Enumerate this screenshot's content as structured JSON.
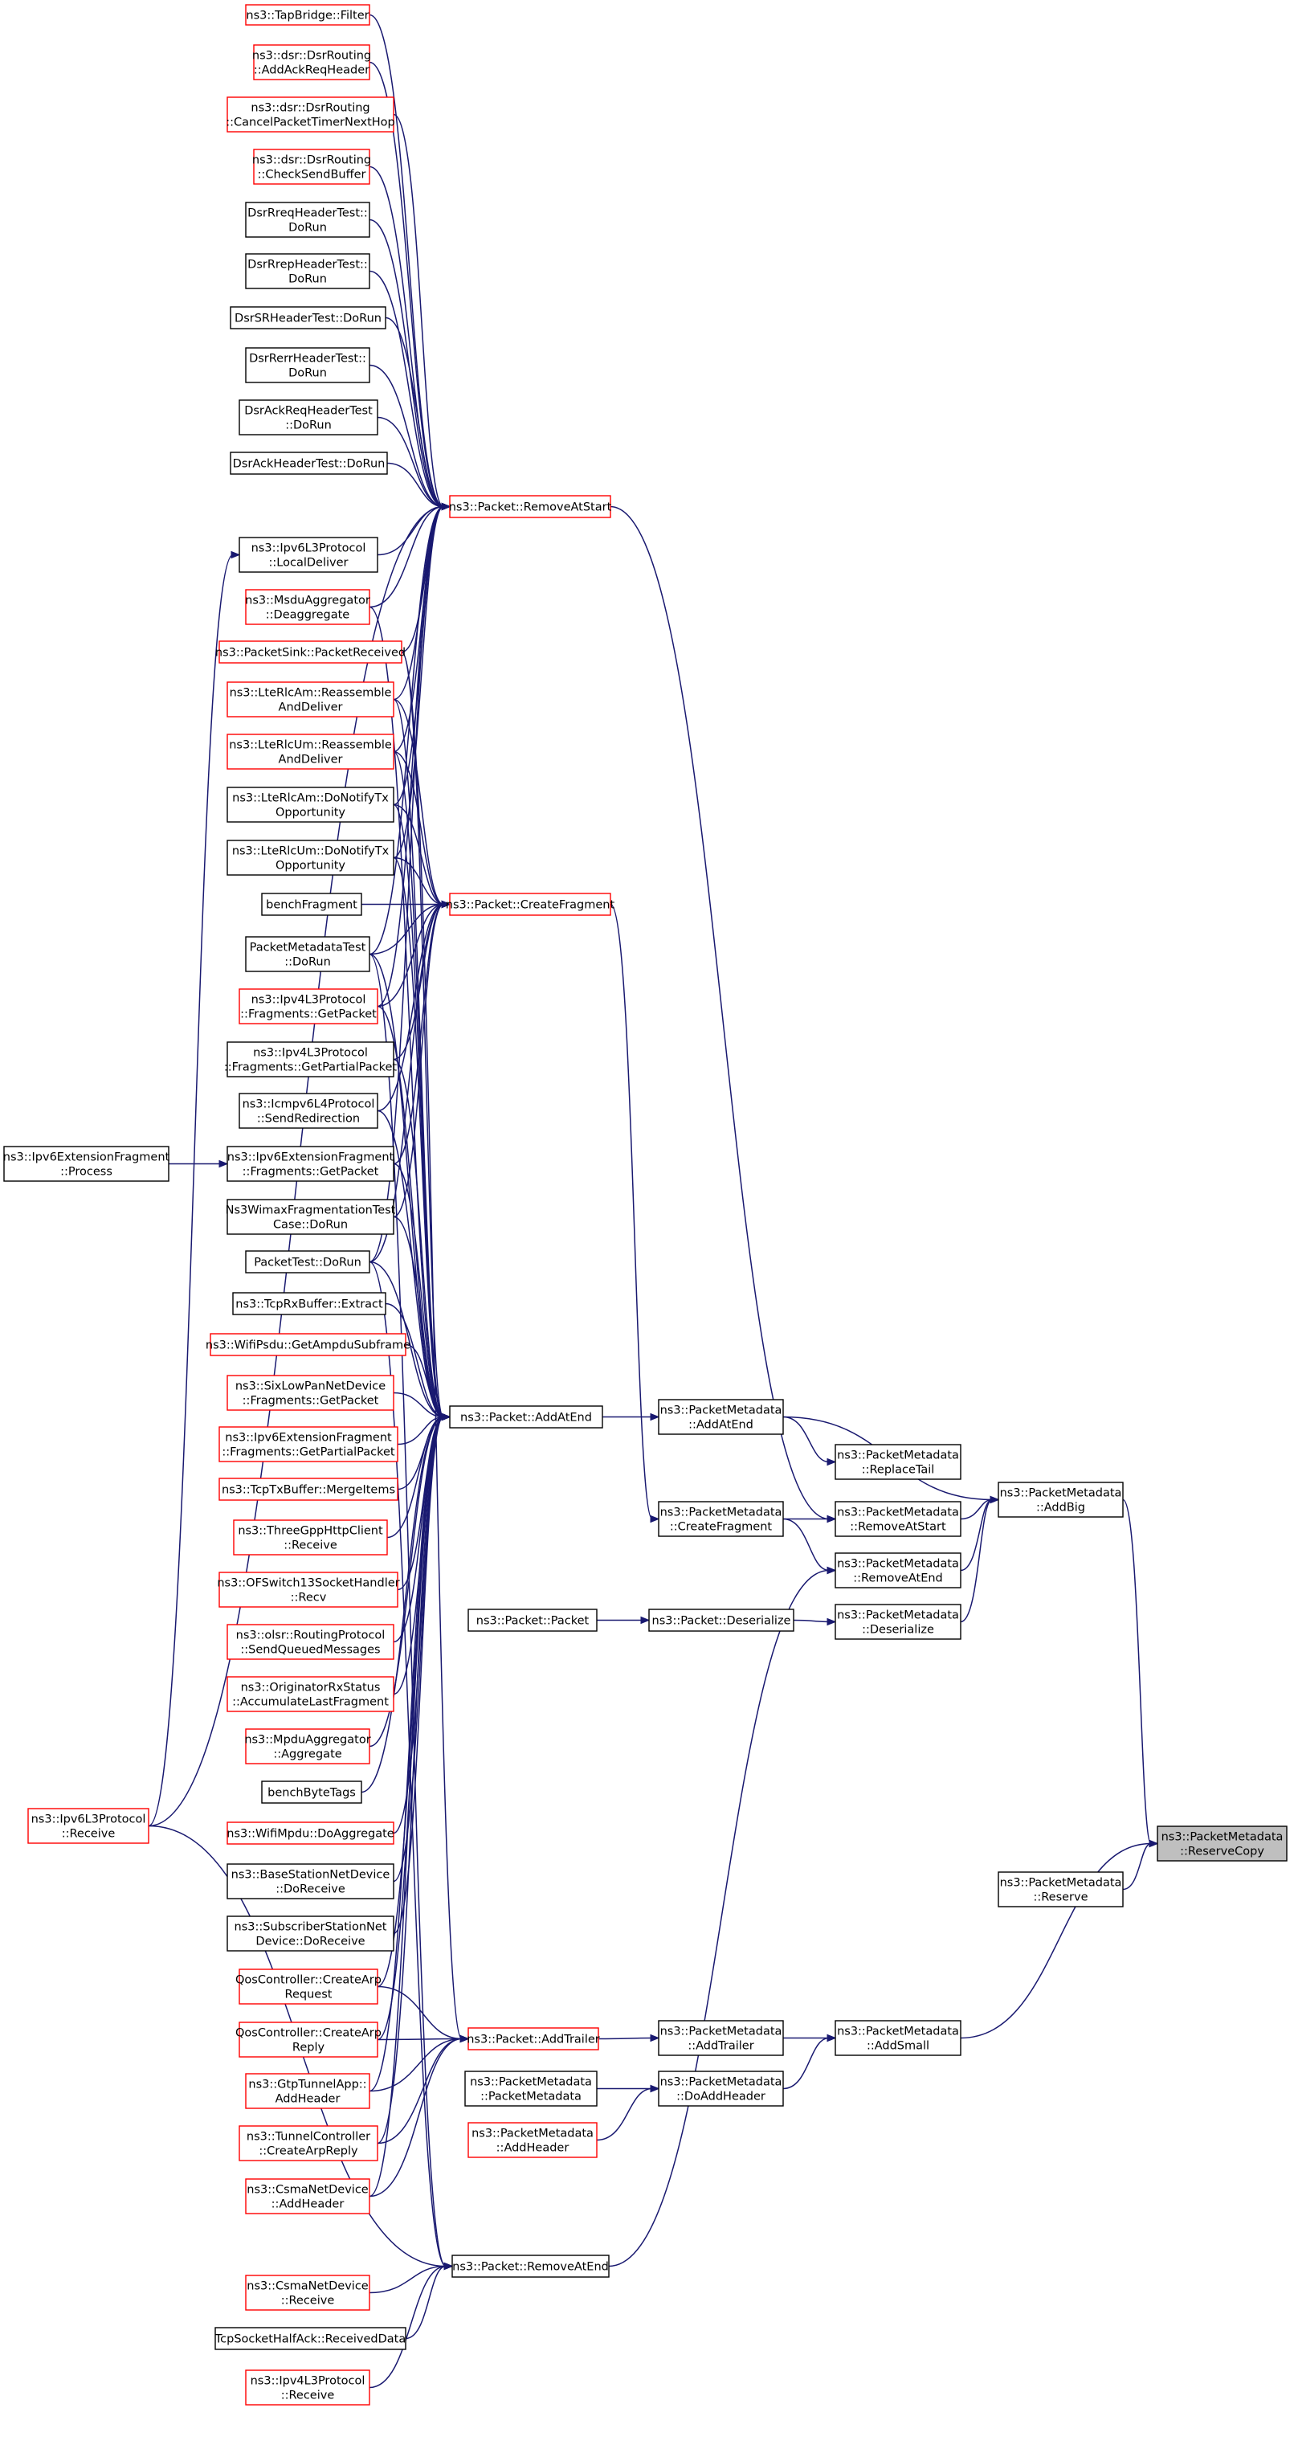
{
  "graph": {
    "title": "",
    "edge_color": "#191970",
    "node_border_colors": {
      "documented": "#ff0000",
      "plain": "#000000",
      "focus_fill": "#bfbfbf"
    },
    "nodes": [
      {
        "id": "tapbridge",
        "label": [
          "ns3::TapBridge::Filter"
        ],
        "style": "red"
      },
      {
        "id": "dsr_ack",
        "label": [
          "ns3::dsr::DsrRouting",
          "::AddAckReqHeader"
        ],
        "style": "red"
      },
      {
        "id": "dsr_cancel",
        "label": [
          "ns3::dsr::DsrRouting",
          "::CancelPacketTimerNextHop"
        ],
        "style": "red"
      },
      {
        "id": "dsr_check",
        "label": [
          "ns3::dsr::DsrRouting",
          "::CheckSendBuffer"
        ],
        "style": "red"
      },
      {
        "id": "dsrrreq",
        "label": [
          "DsrRreqHeaderTest::",
          "DoRun"
        ],
        "style": "black"
      },
      {
        "id": "dsrrrep",
        "label": [
          "DsrRrepHeaderTest::",
          "DoRun"
        ],
        "style": "black"
      },
      {
        "id": "dsrsr",
        "label": [
          "DsrSRHeaderTest::DoRun"
        ],
        "style": "black"
      },
      {
        "id": "dsrrerr",
        "label": [
          "DsrRerrHeaderTest::",
          "DoRun"
        ],
        "style": "black"
      },
      {
        "id": "dsrackreq",
        "label": [
          "DsrAckReqHeaderTest",
          "::DoRun"
        ],
        "style": "black"
      },
      {
        "id": "dsrackh",
        "label": [
          "DsrAckHeaderTest::DoRun"
        ],
        "style": "black"
      },
      {
        "id": "removeatstart",
        "label": [
          "ns3::Packet::RemoveAtStart"
        ],
        "style": "red"
      },
      {
        "id": "ipv6l3_local",
        "label": [
          "ns3::Ipv6L3Protocol",
          "::LocalDeliver"
        ],
        "style": "black"
      },
      {
        "id": "msdu",
        "label": [
          "ns3::MsduAggregator",
          "::Deaggregate"
        ],
        "style": "red"
      },
      {
        "id": "packetsink",
        "label": [
          "ns3::PacketSink::PacketReceived"
        ],
        "style": "red"
      },
      {
        "id": "rlcam_reas",
        "label": [
          "ns3::LteRlcAm::Reassemble",
          "AndDeliver"
        ],
        "style": "red"
      },
      {
        "id": "rlcum_reas",
        "label": [
          "ns3::LteRlcUm::Reassemble",
          "AndDeliver"
        ],
        "style": "red"
      },
      {
        "id": "rlcam_tx",
        "label": [
          "ns3::LteRlcAm::DoNotifyTx",
          "Opportunity"
        ],
        "style": "black"
      },
      {
        "id": "rlcum_tx",
        "label": [
          "ns3::LteRlcUm::DoNotifyTx",
          "Opportunity"
        ],
        "style": "black"
      },
      {
        "id": "benchfrag",
        "label": [
          "benchFragment"
        ],
        "style": "black"
      },
      {
        "id": "createfragment",
        "label": [
          "ns3::Packet::CreateFragment"
        ],
        "style": "red"
      },
      {
        "id": "pmtest",
        "label": [
          "PacketMetadataTest",
          "::DoRun"
        ],
        "style": "black"
      },
      {
        "id": "ipv4frag_get",
        "label": [
          "ns3::Ipv4L3Protocol",
          "::Fragments::GetPacket"
        ],
        "style": "red"
      },
      {
        "id": "ipv4frag_partial",
        "label": [
          "ns3::Ipv4L3Protocol",
          "::Fragments::GetPartialPacket"
        ],
        "style": "black"
      },
      {
        "id": "icmpv6",
        "label": [
          "ns3::Icmpv6L4Protocol",
          "::SendRedirection"
        ],
        "style": "black"
      },
      {
        "id": "ipv6extfrag_proc",
        "label": [
          "ns3::Ipv6ExtensionFragment",
          "::Process"
        ],
        "style": "black"
      },
      {
        "id": "ipv6extfrag_get",
        "label": [
          "ns3::Ipv6ExtensionFragment",
          "::Fragments::GetPacket"
        ],
        "style": "black"
      },
      {
        "id": "wimax",
        "label": [
          "Ns3WimaxFragmentationTest",
          "Case::DoRun"
        ],
        "style": "black"
      },
      {
        "id": "packettest",
        "label": [
          "PacketTest::DoRun"
        ],
        "style": "black"
      },
      {
        "id": "tcprx",
        "label": [
          "ns3::TcpRxBuffer::Extract"
        ],
        "style": "black"
      },
      {
        "id": "wifipsdu",
        "label": [
          "ns3::WifiPsdu::GetAmpduSubframe"
        ],
        "style": "red"
      },
      {
        "id": "sixlowpan",
        "label": [
          "ns3::SixLowPanNetDevice",
          "::Fragments::GetPacket"
        ],
        "style": "red"
      },
      {
        "id": "ipv6extfrag_partial",
        "label": [
          "ns3::Ipv6ExtensionFragment",
          "::Fragments::GetPartialPacket"
        ],
        "style": "red"
      },
      {
        "id": "tcptx",
        "label": [
          "ns3::TcpTxBuffer::MergeItems"
        ],
        "style": "red"
      },
      {
        "id": "threegpp",
        "label": [
          "ns3::ThreeGppHttpClient",
          "::Receive"
        ],
        "style": "red"
      },
      {
        "id": "ofswitch",
        "label": [
          "ns3::OFSwitch13SocketHandler",
          "::Recv"
        ],
        "style": "red"
      },
      {
        "id": "olsr",
        "label": [
          "ns3::olsr::RoutingProtocol",
          "::SendQueuedMessages"
        ],
        "style": "red"
      },
      {
        "id": "originator",
        "label": [
          "ns3::OriginatorRxStatus",
          "::AccumulateLastFragment"
        ],
        "style": "red"
      },
      {
        "id": "mpdu",
        "label": [
          "ns3::MpduAggregator",
          "::Aggregate"
        ],
        "style": "red"
      },
      {
        "id": "benchbyte",
        "label": [
          "benchByteTags"
        ],
        "style": "black"
      },
      {
        "id": "wifimpdu",
        "label": [
          "ns3::WifiMpdu::DoAggregate"
        ],
        "style": "red"
      },
      {
        "id": "bsnet",
        "label": [
          "ns3::BaseStationNetDevice",
          "::DoReceive"
        ],
        "style": "black"
      },
      {
        "id": "ssnet",
        "label": [
          "ns3::SubscriberStationNet",
          "Device::DoReceive"
        ],
        "style": "black"
      },
      {
        "id": "qos_req",
        "label": [
          "QosController::CreateArp",
          "Request"
        ],
        "style": "red"
      },
      {
        "id": "qos_rep",
        "label": [
          "QosController::CreateArp",
          "Reply"
        ],
        "style": "red"
      },
      {
        "id": "gtptunnel",
        "label": [
          "ns3::GtpTunnelApp::",
          "AddHeader"
        ],
        "style": "red"
      },
      {
        "id": "tunnelctl",
        "label": [
          "ns3::TunnelController",
          "::CreateArpReply"
        ],
        "style": "red"
      },
      {
        "id": "csma_add",
        "label": [
          "ns3::CsmaNetDevice",
          "::AddHeader"
        ],
        "style": "red"
      },
      {
        "id": "csma_recv",
        "label": [
          "ns3::CsmaNetDevice",
          "::Receive"
        ],
        "style": "red"
      },
      {
        "id": "tcphalf",
        "label": [
          "TcpSocketHalfAck::ReceivedData"
        ],
        "style": "black"
      },
      {
        "id": "ipv4l3_recv",
        "label": [
          "ns3::Ipv4L3Protocol",
          "::Receive"
        ],
        "style": "red"
      },
      {
        "id": "ipv6l3_recv",
        "label": [
          "ns3::Ipv6L3Protocol",
          "::Receive"
        ],
        "style": "red"
      },
      {
        "id": "addatend",
        "label": [
          "ns3::Packet::AddAtEnd"
        ],
        "style": "black"
      },
      {
        "id": "addtrailer",
        "label": [
          "ns3::Packet::AddTrailer"
        ],
        "style": "red"
      },
      {
        "id": "removeatend",
        "label": [
          "ns3::Packet::RemoveAtEnd"
        ],
        "style": "black"
      },
      {
        "id": "pkt_ctor",
        "label": [
          "ns3::Packet::Packet"
        ],
        "style": "black"
      },
      {
        "id": "pkt_deser",
        "label": [
          "ns3::Packet::Deserialize"
        ],
        "style": "black"
      },
      {
        "id": "pm_ctor",
        "label": [
          "ns3::PacketMetadata",
          "::PacketMetadata"
        ],
        "style": "black"
      },
      {
        "id": "pm_addheader",
        "label": [
          "ns3::PacketMetadata",
          "::AddHeader"
        ],
        "style": "red"
      },
      {
        "id": "pm_addatend",
        "label": [
          "ns3::PacketMetadata",
          "::AddAtEnd"
        ],
        "style": "black"
      },
      {
        "id": "pm_createfrag",
        "label": [
          "ns3::PacketMetadata",
          "::CreateFragment"
        ],
        "style": "black"
      },
      {
        "id": "pm_addtrailer",
        "label": [
          "ns3::PacketMetadata",
          "::AddTrailer"
        ],
        "style": "black"
      },
      {
        "id": "pm_doaddheader",
        "label": [
          "ns3::PacketMetadata",
          "::DoAddHeader"
        ],
        "style": "black"
      },
      {
        "id": "pm_replacetail",
        "label": [
          "ns3::PacketMetadata",
          "::ReplaceTail"
        ],
        "style": "black"
      },
      {
        "id": "pm_removeatstart",
        "label": [
          "ns3::PacketMetadata",
          "::RemoveAtStart"
        ],
        "style": "black"
      },
      {
        "id": "pm_removeatend",
        "label": [
          "ns3::PacketMetadata",
          "::RemoveAtEnd"
        ],
        "style": "black"
      },
      {
        "id": "pm_deser",
        "label": [
          "ns3::PacketMetadata",
          "::Deserialize"
        ],
        "style": "black"
      },
      {
        "id": "pm_addsmall",
        "label": [
          "ns3::PacketMetadata",
          "::AddSmall"
        ],
        "style": "black"
      },
      {
        "id": "pm_addbig",
        "label": [
          "ns3::PacketMetadata",
          "::AddBig"
        ],
        "style": "black"
      },
      {
        "id": "pm_reserve",
        "label": [
          "ns3::PacketMetadata",
          "::Reserve"
        ],
        "style": "black"
      },
      {
        "id": "pm_reservecopy",
        "label": [
          "ns3::PacketMetadata",
          "::ReserveCopy"
        ],
        "style": "focus"
      }
    ],
    "edges": [
      [
        "tapbridge",
        "removeatstart"
      ],
      [
        "dsr_ack",
        "removeatstart"
      ],
      [
        "dsr_cancel",
        "removeatstart"
      ],
      [
        "dsr_check",
        "removeatstart"
      ],
      [
        "dsrrreq",
        "removeatstart"
      ],
      [
        "dsrrrep",
        "removeatstart"
      ],
      [
        "dsrsr",
        "removeatstart"
      ],
      [
        "dsrrerr",
        "removeatstart"
      ],
      [
        "dsrackreq",
        "removeatstart"
      ],
      [
        "dsrackh",
        "removeatstart"
      ],
      [
        "ipv6l3_recv",
        "removeatstart"
      ],
      [
        "ipv6l3_local",
        "removeatstart"
      ],
      [
        "msdu",
        "removeatstart"
      ],
      [
        "packetsink",
        "removeatstart"
      ],
      [
        "rlcam_reas",
        "removeatstart"
      ],
      [
        "rlcum_reas",
        "removeatstart"
      ],
      [
        "rlcam_tx",
        "removeatstart"
      ],
      [
        "rlcum_tx",
        "removeatstart"
      ],
      [
        "pmtest",
        "removeatstart"
      ],
      [
        "ipv4frag_get",
        "removeatstart"
      ],
      [
        "packettest",
        "removeatstart"
      ],
      [
        "ipv6l3_recv",
        "ipv6l3_local"
      ],
      [
        "ipv6extfrag_proc",
        "ipv6extfrag_get"
      ],
      [
        "rlcam_reas",
        "createfragment"
      ],
      [
        "rlcum_reas",
        "createfragment"
      ],
      [
        "rlcam_tx",
        "createfragment"
      ],
      [
        "rlcum_tx",
        "createfragment"
      ],
      [
        "benchfrag",
        "createfragment"
      ],
      [
        "pmtest",
        "createfragment"
      ],
      [
        "ipv4frag_get",
        "createfragment"
      ],
      [
        "ipv4frag_partial",
        "createfragment"
      ],
      [
        "icmpv6",
        "createfragment"
      ],
      [
        "ipv6extfrag_get",
        "createfragment"
      ],
      [
        "wimax",
        "createfragment"
      ],
      [
        "packettest",
        "createfragment"
      ],
      [
        "msdu",
        "addatend"
      ],
      [
        "packetsink",
        "addatend"
      ],
      [
        "rlcam_reas",
        "addatend"
      ],
      [
        "rlcum_reas",
        "addatend"
      ],
      [
        "rlcam_tx",
        "addatend"
      ],
      [
        "rlcum_tx",
        "addatend"
      ],
      [
        "pmtest",
        "addatend"
      ],
      [
        "ipv4frag_get",
        "addatend"
      ],
      [
        "ipv4frag_partial",
        "addatend"
      ],
      [
        "icmpv6",
        "addatend"
      ],
      [
        "ipv6extfrag_get",
        "addatend"
      ],
      [
        "wimax",
        "addatend"
      ],
      [
        "packettest",
        "addatend"
      ],
      [
        "tcprx",
        "addatend"
      ],
      [
        "wifipsdu",
        "addatend"
      ],
      [
        "sixlowpan",
        "addatend"
      ],
      [
        "ipv6extfrag_partial",
        "addatend"
      ],
      [
        "tcptx",
        "addatend"
      ],
      [
        "threegpp",
        "addatend"
      ],
      [
        "ofswitch",
        "addatend"
      ],
      [
        "olsr",
        "addatend"
      ],
      [
        "originator",
        "addatend"
      ],
      [
        "mpdu",
        "addatend"
      ],
      [
        "benchbyte",
        "addatend"
      ],
      [
        "wifimpdu",
        "addatend"
      ],
      [
        "bsnet",
        "addatend"
      ],
      [
        "ssnet",
        "addatend"
      ],
      [
        "qos_req",
        "addatend"
      ],
      [
        "qos_rep",
        "addatend"
      ],
      [
        "gtptunnel",
        "addatend"
      ],
      [
        "tunnelctl",
        "addatend"
      ],
      [
        "csma_add",
        "addatend"
      ],
      [
        "packetsink",
        "addtrailer"
      ],
      [
        "qos_req",
        "addtrailer"
      ],
      [
        "qos_rep",
        "addtrailer"
      ],
      [
        "gtptunnel",
        "addtrailer"
      ],
      [
        "tunnelctl",
        "addtrailer"
      ],
      [
        "csma_add",
        "addtrailer"
      ],
      [
        "pmtest",
        "removeatend"
      ],
      [
        "packettest",
        "removeatend"
      ],
      [
        "csma_recv",
        "removeatend"
      ],
      [
        "tcphalf",
        "removeatend"
      ],
      [
        "ipv4l3_recv",
        "removeatend"
      ],
      [
        "ipv6l3_recv",
        "removeatend"
      ],
      [
        "addatend",
        "pm_addatend"
      ],
      [
        "removeatstart",
        "pm_removeatstart"
      ],
      [
        "createfragment",
        "pm_createfrag"
      ],
      [
        "pkt_ctor",
        "pkt_deser"
      ],
      [
        "pkt_deser",
        "pm_deser"
      ],
      [
        "addtrailer",
        "pm_addtrailer"
      ],
      [
        "pm_ctor",
        "pm_doaddheader"
      ],
      [
        "pm_addheader",
        "pm_doaddheader"
      ],
      [
        "removeatend",
        "pm_removeatend"
      ],
      [
        "pm_addatend",
        "pm_replacetail"
      ],
      [
        "pm_createfrag",
        "pm_removeatstart"
      ],
      [
        "pm_createfrag",
        "pm_removeatend"
      ],
      [
        "pm_addatend",
        "pm_addbig"
      ],
      [
        "pm_removeatstart",
        "pm_addbig"
      ],
      [
        "pm_removeatend",
        "pm_addbig"
      ],
      [
        "pm_deser",
        "pm_addbig"
      ],
      [
        "pm_addtrailer",
        "pm_addsmall"
      ],
      [
        "pm_doaddheader",
        "pm_addsmall"
      ],
      [
        "pm_addbig",
        "pm_reservecopy"
      ],
      [
        "pm_reserve",
        "pm_reservecopy"
      ],
      [
        "pm_addsmall",
        "pm_reservecopy"
      ]
    ]
  }
}
